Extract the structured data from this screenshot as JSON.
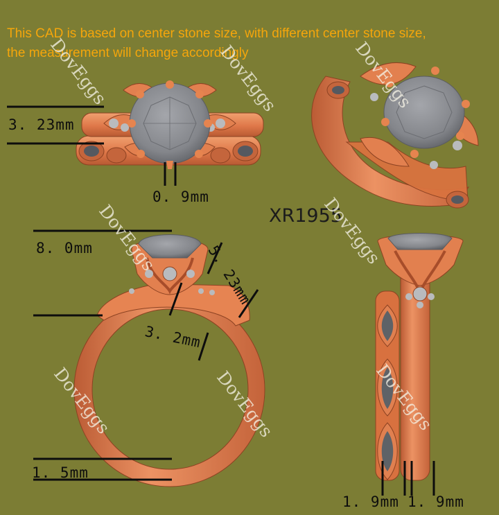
{
  "colors": {
    "background": "#7c7d34",
    "notice_text": "#f5a60b",
    "metal": "#e07a4c",
    "metal_shadow": "#a24c2b",
    "stone": "#8a8c91",
    "dimension_line": "#0d0d0d",
    "watermark": "#f4f1e4"
  },
  "notice": {
    "line1": "This CAD is based on center stone size, with different center stone size,",
    "line2": "the measurement will change accordingly"
  },
  "model_number": "XR1955",
  "watermark_text": "DovEggs",
  "dimensions": {
    "band_width_top": "3. 23mm",
    "prong_width": "0. 9mm",
    "height": "8. 0mm",
    "crown_depth": "5. 23mm",
    "gallery_height": "3. 2mm",
    "shank_thickness": "1. 5mm",
    "band_a_width": "1. 9mm",
    "band_b_width": "1. 9mm"
  },
  "icons": {
    "top_view": "ring-top-view-icon",
    "perspective_view": "ring-perspective-view-icon",
    "side_view": "ring-side-view-icon",
    "front_view": "ring-front-view-icon"
  }
}
